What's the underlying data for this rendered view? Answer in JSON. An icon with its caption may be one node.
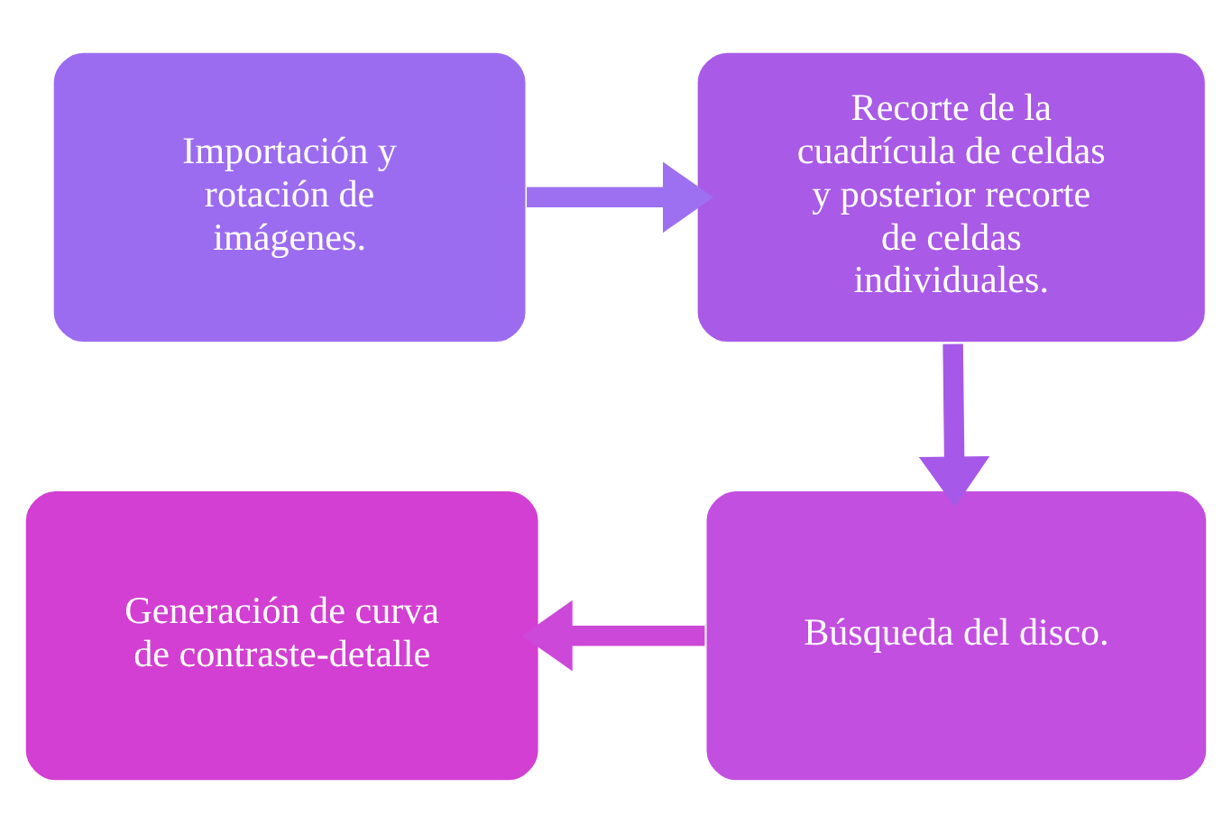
{
  "diagram": {
    "nodes": [
      {
        "text": [
          "Importación y rotación de imágenes."
        ]
      },
      {
        "text": [
          "Recorte de la cuadrícula de celdas y posterior recorte de celdas individuales."
        ]
      },
      {
        "text": [
          "Búsqueda del disco."
        ]
      },
      {
        "text": [
          "Generación de curva de contraste-detalle"
        ]
      }
    ],
    "edges": [
      {
        "from": 0,
        "to": 1,
        "arrow": "to"
      },
      {
        "from": 1,
        "to": 2,
        "arrow": "to"
      },
      {
        "from": 2,
        "to": 3,
        "arrow": "to"
      }
    ]
  }
}
